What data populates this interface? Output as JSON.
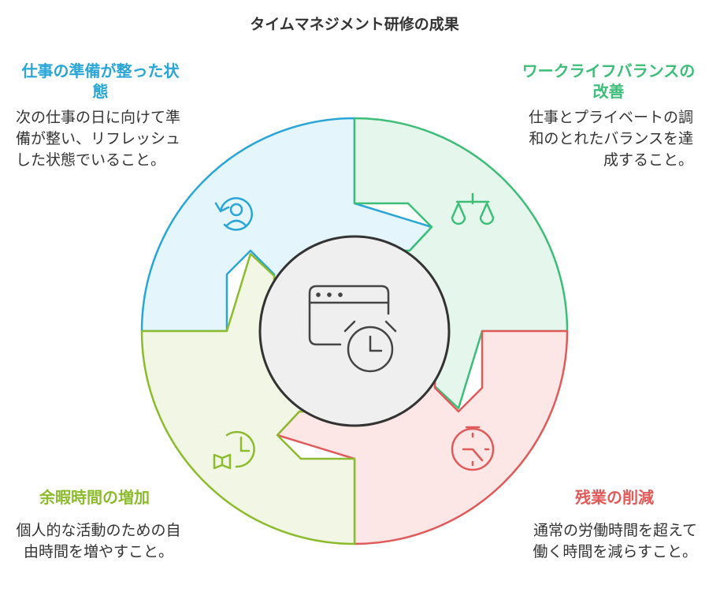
{
  "title": "タイムマネジメント研修の成果",
  "sections": [
    {
      "heading": "仕事の準備が整った状態",
      "description": "次の仕事の日に向けて準備が整い、リフレッシュした状態でいること。",
      "color": "#29a6d6",
      "icon": "refresh-person-icon"
    },
    {
      "heading": "ワークライフバランスの改善",
      "description": "仕事とプライベートの調和のとれたバランスを達成すること。",
      "color": "#3cbe78",
      "icon": "balance-scale-icon"
    },
    {
      "heading": "余暇時間の増加",
      "description": "個人的な活動のための自由時間を増やすこと。",
      "color": "#8dbb2e",
      "icon": "clock-book-icon"
    },
    {
      "heading": "残業の削減",
      "description": "通常の労働時間を超えて働く時間を減らすこと。",
      "color": "#e05a5a",
      "icon": "clock-decrease-icon"
    }
  ],
  "center_icon": "browser-clock-icon"
}
